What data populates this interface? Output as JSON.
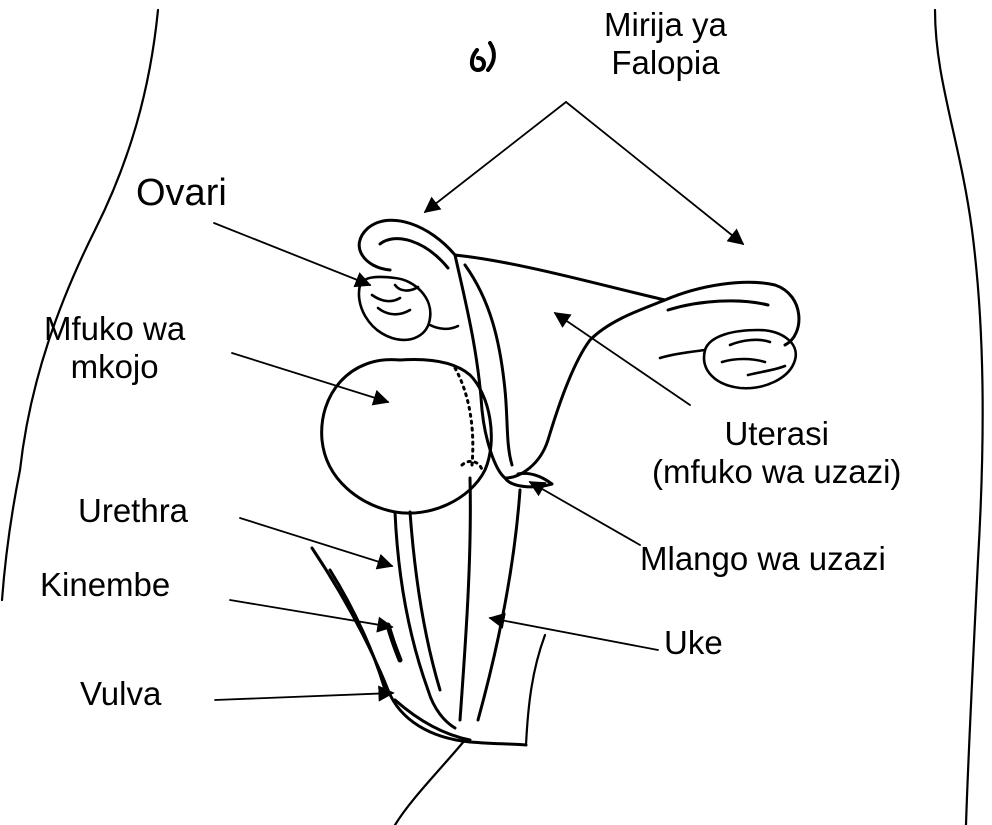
{
  "labels": {
    "fallopian": [
      "Mirija ya",
      "Falopia"
    ],
    "ovari": "Ovari",
    "bladder": [
      "Mfuko wa",
      "mkojo"
    ],
    "uterus": [
      "Uterasi",
      "(mfuko wa uzazi)"
    ],
    "urethra": "Urethra",
    "cervix": "Mlango wa uzazi",
    "clitoris": "Kinembe",
    "vagina": "Uke",
    "vulva": "Vulva"
  },
  "page_mark": "6)"
}
